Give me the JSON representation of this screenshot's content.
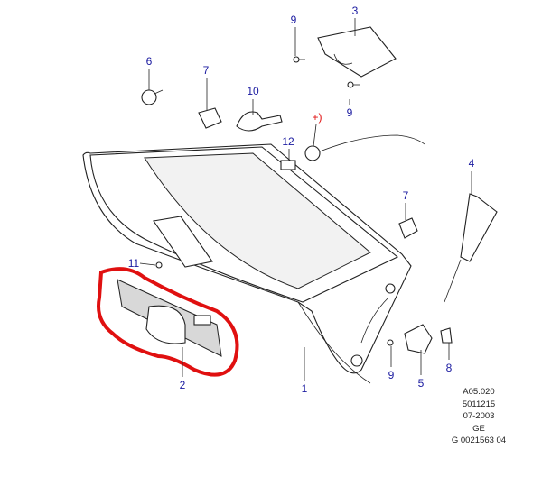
{
  "callouts": [
    "9",
    "3",
    "6",
    "7",
    "10",
    "9",
    "+)",
    "12",
    "4",
    "7",
    "11",
    "2",
    "1",
    "9",
    "5",
    "8"
  ],
  "stamp": [
    "A05.020",
    "5011215",
    "07-2003",
    "GE",
    "G 0021563 04"
  ],
  "colors": {
    "callout": "#1a1aa0",
    "highlight": "#e01010",
    "note": "#e01010"
  }
}
